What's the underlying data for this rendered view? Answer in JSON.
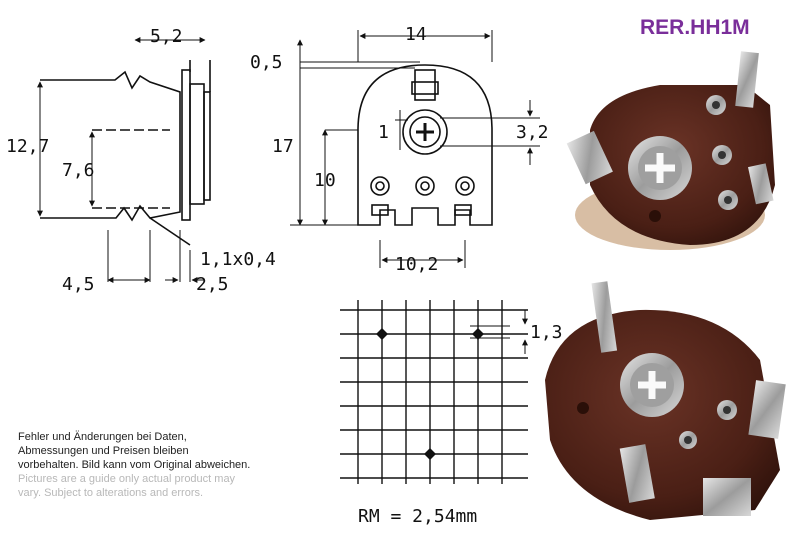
{
  "title": "RER.HH1M",
  "side_view": {
    "dims": [
      "5,2",
      "12,7",
      "7,6",
      "4,5",
      "1,1x0,4",
      "2,5"
    ]
  },
  "front_view": {
    "dims": [
      "14",
      "0,5",
      "17",
      "10",
      "1",
      "3,2",
      "10,2"
    ]
  },
  "grid": {
    "dim": "1,3",
    "caption": "RM = 2,54mm"
  },
  "notes": {
    "de": [
      "Fehler und Änderungen bei Daten,",
      "Abmessungen und Preisen bleiben",
      "vorbehalten. Bild kann vom Original abweichen."
    ],
    "en": [
      "Pictures are a guide only actual product may",
      "vary. Subject to alterations and errors."
    ]
  },
  "colors": {
    "title": "#7a2e9a",
    "body": "#4a1f15",
    "metal": "#b9b9b9"
  }
}
